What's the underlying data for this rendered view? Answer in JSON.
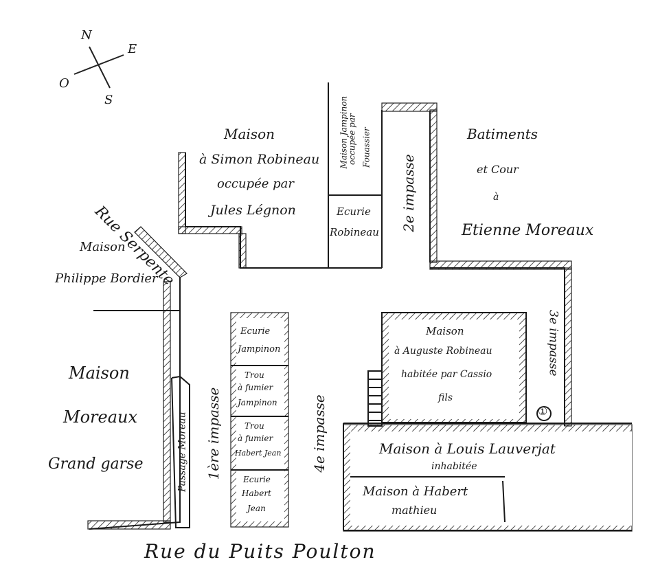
{
  "compass": {
    "north": "N",
    "east": "E",
    "south": "S",
    "west": "O"
  },
  "streets": {
    "rue_serpente": "Rue Serpente",
    "rue_puits_poulton": "Rue du Puits Poulton",
    "passage_moreau": "Passage Moreau"
  },
  "impasses": {
    "first": "1ère impasse",
    "second": "2e impasse",
    "third": "3e impasse",
    "fourth": "4e impasse"
  },
  "buildings": {
    "simon": [
      "Maison",
      "à Simon Robineau",
      "occupée par",
      "Jules Légnon"
    ],
    "jampinon": [
      "Maison Jampinon",
      "occupée par",
      "Fouassier"
    ],
    "ecurie_robineau": [
      "Ecurie",
      "Robineau"
    ],
    "batiments": [
      "Batiments",
      "et Cour",
      "à",
      "Etienne Moreaux"
    ],
    "bordier": [
      "Maison",
      "Philippe Bordier"
    ],
    "moreaux": [
      "Maison",
      "Moreaux",
      "Grand garse"
    ],
    "ecurie_jampinon": [
      "Ecurie",
      "Jampinon"
    ],
    "trou_jampinon": [
      "Trou",
      "à fumier",
      "Jampinon"
    ],
    "trou_habert": [
      "Trou",
      "à fumier",
      "Habert Jean"
    ],
    "ecurie_habert": [
      "Ecurie",
      "Habert",
      "Jean"
    ],
    "auguste": [
      "Maison",
      "à Auguste Robineau",
      "habitée par Cassio",
      "fils"
    ],
    "lauverjat": [
      "Maison à Louis Lauverjat",
      "inhabitée"
    ],
    "habert_mathieu": [
      "Maison à Habert",
      "mathieu"
    ]
  },
  "well_symbol": "①"
}
